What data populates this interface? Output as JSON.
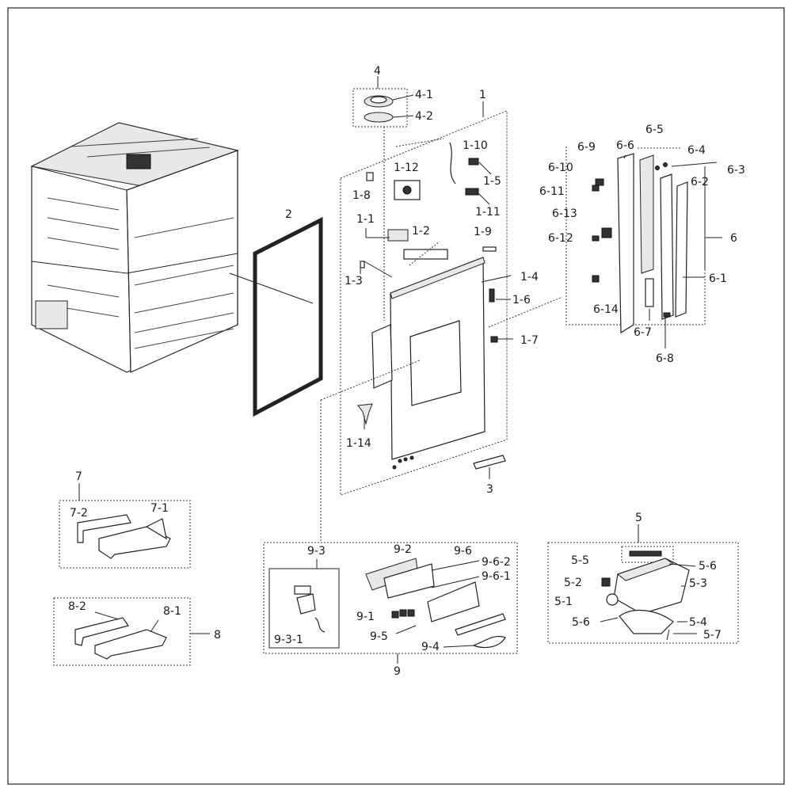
{
  "labels": {
    "l4": "4",
    "l4_1": "4-1",
    "l4_2": "4-2",
    "l1": "1",
    "l1_1": "1-1",
    "l1_2": "1-2",
    "l1_3": "1-3",
    "l1_4": "1-4",
    "l1_5": "1-5",
    "l1_6": "1-6",
    "l1_7": "1-7",
    "l1_8": "1-8",
    "l1_9": "1-9",
    "l1_10": "1-10",
    "l1_11": "1-11",
    "l1_12": "1-12",
    "l1_14": "1-14",
    "l2": "2",
    "l3": "3",
    "l6": "6",
    "l6_1": "6-1",
    "l6_2": "6-2",
    "l6_3": "6-3",
    "l6_4": "6-4",
    "l6_5": "6-5",
    "l6_6": "6-6",
    "l6_7": "6-7",
    "l6_8": "6-8",
    "l6_9": "6-9",
    "l6_10": "6-10",
    "l6_11": "6-11",
    "l6_12": "6-12",
    "l6_13": "6-13",
    "l6_14": "6-14",
    "l7": "7",
    "l7_1": "7-1",
    "l7_2": "7-2",
    "l8": "8",
    "l8_1": "8-1",
    "l8_2": "8-2",
    "l9": "9",
    "l9_1": "9-1",
    "l9_2": "9-2",
    "l9_3": "9-3",
    "l9_3_1": "9-3-1",
    "l9_4": "9-4",
    "l9_5": "9-5",
    "l9_6": "9-6",
    "l9_6_1": "9-6-1",
    "l9_6_2": "9-6-2",
    "l5": "5",
    "l5_1": "5-1",
    "l5_2": "5-2",
    "l5_3": "5-3",
    "l5_4": "5-4",
    "l5_5": "5-5",
    "l5_6a": "5-6",
    "l5_6b": "5-6",
    "l5_7": "5-7"
  }
}
